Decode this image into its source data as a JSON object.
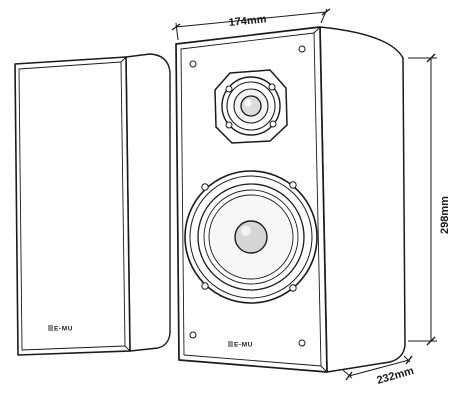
{
  "dimensions": {
    "width": "174mm",
    "height": "298mm",
    "depth": "232mm"
  },
  "brand": {
    "rear_speaker_label": "E-MU",
    "front_speaker_label": "E-MU"
  },
  "colors": {
    "line": "#1a1a1a",
    "fill": "#ffffff",
    "cone_shade": "#e8e8e8"
  }
}
